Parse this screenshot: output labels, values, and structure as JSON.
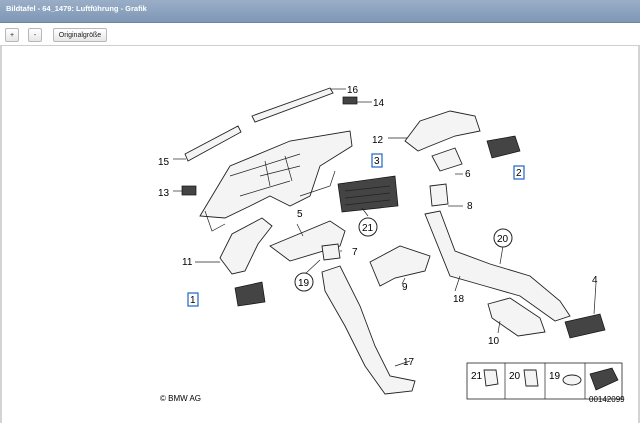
{
  "window": {
    "title": "Bildtafel - 64_1479: Luftführung - Grafik"
  },
  "toolbar": {
    "zoom_in": "+",
    "zoom_out": "-",
    "original_size": "Originalgröße"
  },
  "diagram": {
    "parts": {
      "p1": "1",
      "p2": "2",
      "p3": "3",
      "p4": "4",
      "p5": "5",
      "p6": "6",
      "p7": "7",
      "p8": "8",
      "p9": "9",
      "p10": "10",
      "p11": "11",
      "p12": "12",
      "p13": "13",
      "p14": "14",
      "p15": "15",
      "p16": "16",
      "p17": "17",
      "p18": "18"
    },
    "circles": {
      "c19": "19",
      "c20": "20",
      "c21": "21"
    },
    "legend": {
      "l21": "21",
      "l20": "20",
      "l19": "19"
    },
    "brand": "© BMW AG",
    "image_id": "00142099"
  }
}
